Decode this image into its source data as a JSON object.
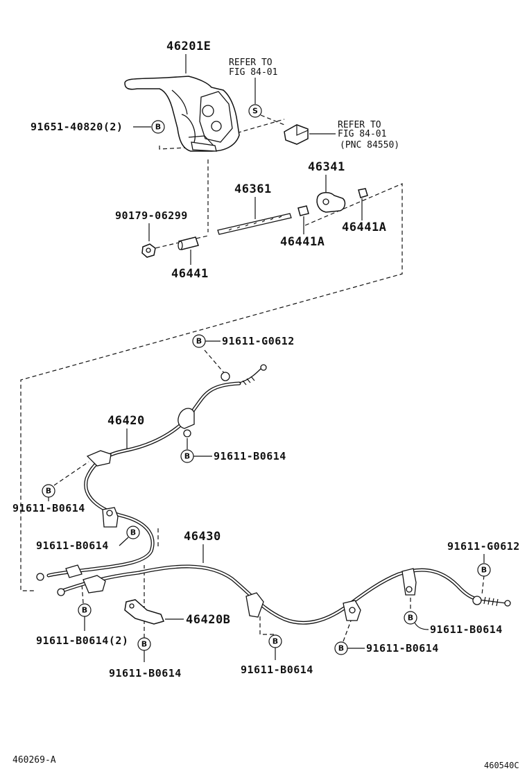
{
  "parts": {
    "lever": "46201E",
    "lever_bolt": "91651-40820(2)",
    "rod": "46361",
    "equalizer": "46341",
    "nut_a_1": "46441A",
    "nut_a_2": "46441A",
    "nut": "90179-06299",
    "adjust_nut": "46441",
    "cable_front": "46420",
    "cable_rear": "46430",
    "bracket": "46420B",
    "bolt_g1": "91611-G0612",
    "bolt_g2": "91611-G0612",
    "bolt_b1": "91611-B0614",
    "bolt_b2": "91611-B0614",
    "bolt_b3": "91611-B0614",
    "bolt_b4": "91611-B0614(2)",
    "bolt_b5": "91611-B0614",
    "bolt_b6": "91611-B0614",
    "bolt_b7": "91611-B0614",
    "bolt_b8": "91611-B0614"
  },
  "refs": {
    "ref1_line1": "REFER TO",
    "ref1_line2": "FIG 84-01",
    "ref2_line1": "REFER TO",
    "ref2_line2": "FIG 84-01",
    "ref2_line3": "(PNC 84550)"
  },
  "markers": {
    "s": "S",
    "b": "B"
  },
  "footer": {
    "left": "460269-A",
    "right": "460540C"
  }
}
